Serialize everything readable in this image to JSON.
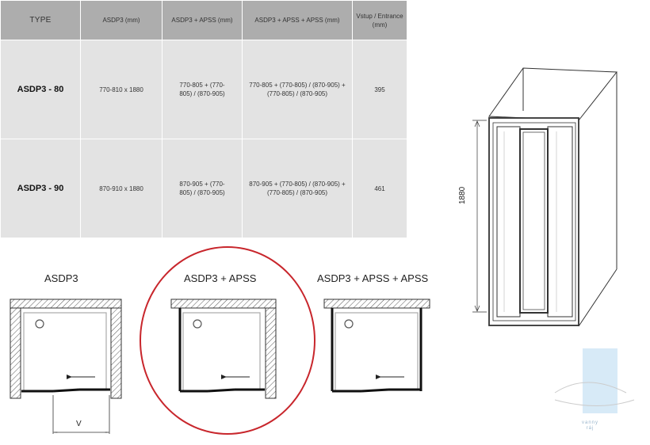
{
  "table": {
    "headers": [
      "TYPE",
      "ASDP3 (mm)",
      "ASDP3 + APSS (mm)",
      "ASDP3 + APSS + APSS (mm)",
      "Vstup / Entrance\n(mm)"
    ],
    "header_lines": {
      "entrance_line1": "Vstup / Entrance",
      "entrance_line2": "(mm)"
    },
    "rows": [
      {
        "type": "ASDP3 - 80",
        "asdp3": "770-810 x 1880",
        "asdp3_apss_l1": "770-805 + (770-",
        "asdp3_apss_l2": "805) / (870-905)",
        "asdp3_apss_apss_l1": "770-805 + (770-805) / (870-905) +",
        "asdp3_apss_apss_l2": "(770-805) / (870-905)",
        "entrance": "395"
      },
      {
        "type": "ASDP3 - 90",
        "asdp3": "870-910 x 1880",
        "asdp3_apss_l1": "870-905 + (770-",
        "asdp3_apss_l2": "805) / (870-905)",
        "asdp3_apss_apss_l1": "870-905 + (770-805) / (870-905) +",
        "asdp3_apss_apss_l2": "(770-805) / (870-905)",
        "entrance": "461"
      }
    ]
  },
  "variants": {
    "v1": "ASDP3",
    "v2": "ASDP3 + APSS",
    "v3": "ASDP3 + APSS + APSS"
  },
  "dimensions": {
    "width_symbol": "V",
    "height": "1880"
  },
  "watermark": {
    "line1": "vanny",
    "line2": "ráj"
  },
  "colors": {
    "header_bg": "#adadad",
    "cell_bg": "#e3e3e3",
    "highlight": "#c8262c"
  }
}
